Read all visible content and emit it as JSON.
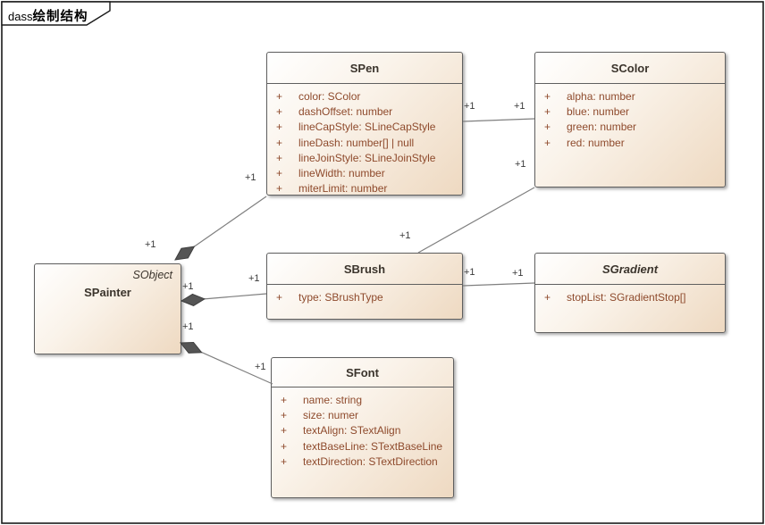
{
  "frame": {
    "tab_prefix": "dass",
    "tab_title": "绘制结构"
  },
  "classes": {
    "spainter": {
      "stereotype": "SObject",
      "name": "SPainter"
    },
    "spen": {
      "name": "SPen",
      "attributes": [
        {
          "vis": "+",
          "text": "color: SColor"
        },
        {
          "vis": "+",
          "text": "dashOffset: number"
        },
        {
          "vis": "+",
          "text": "lineCapStyle: SLineCapStyle"
        },
        {
          "vis": "+",
          "text": "lineDash: number[] | null"
        },
        {
          "vis": "+",
          "text": "lineJoinStyle: SLineJoinStyle"
        },
        {
          "vis": "+",
          "text": "lineWidth: number"
        },
        {
          "vis": "+",
          "text": "miterLimit: number"
        }
      ]
    },
    "scolor": {
      "name": "SColor",
      "attributes": [
        {
          "vis": "+",
          "text": "alpha: number"
        },
        {
          "vis": "+",
          "text": "blue: number"
        },
        {
          "vis": "+",
          "text": "green: number"
        },
        {
          "vis": "+",
          "text": "red: number"
        }
      ]
    },
    "sbrush": {
      "name": "SBrush",
      "attributes": [
        {
          "vis": "+",
          "text": "type: SBrushType"
        }
      ]
    },
    "sgradient": {
      "name": "SGradient",
      "abstract": true,
      "attributes": [
        {
          "vis": "+",
          "text": "stopList: SGradientStop[]"
        }
      ]
    },
    "sfont": {
      "name": "SFont",
      "attributes": [
        {
          "vis": "+",
          "text": "name: string"
        },
        {
          "vis": "+",
          "text": "size: numer"
        },
        {
          "vis": "+",
          "text": "textAlign: STextAlign"
        },
        {
          "vis": "+",
          "text": "textBaseLine: STextBaseLine"
        },
        {
          "vis": "+",
          "text": "textDirection: STextDirection"
        }
      ]
    }
  },
  "relationships": [
    {
      "id": "spainter-spen",
      "type": "composition",
      "from": "SPainter",
      "to": "SPen",
      "from_label": "+1",
      "to_label": "+1"
    },
    {
      "id": "spainter-sbrush",
      "type": "composition",
      "from": "SPainter",
      "to": "SBrush",
      "from_label": "+1",
      "to_label": "+1"
    },
    {
      "id": "spainter-sfont",
      "type": "composition",
      "from": "SPainter",
      "to": "SFont",
      "from_label": "+1",
      "to_label": "+1"
    },
    {
      "id": "spen-scolor",
      "type": "association",
      "from": "SPen",
      "to": "SColor",
      "from_label": "+1",
      "to_label": "+1"
    },
    {
      "id": "sbrush-scolor",
      "type": "association",
      "from": "SBrush",
      "to": "SColor",
      "from_label": "+1",
      "to_label": "+1"
    },
    {
      "id": "sbrush-sgradient",
      "type": "association",
      "from": "SBrush",
      "to": "SGradient",
      "from_label": "+1",
      "to_label": "+1"
    }
  ],
  "colors": {
    "box_fill_light": "#ffffff",
    "box_fill_dark": "#eed9c1",
    "box_border": "#5f5f5f",
    "class_title_text": "#3b342c",
    "attribute_text": "#8e4a2c",
    "connector_line": "#7f7f7f",
    "composition_diamond": "#555555",
    "frame_border": "#1a1a1a",
    "multiplicity_text": "#3a3a3a"
  }
}
